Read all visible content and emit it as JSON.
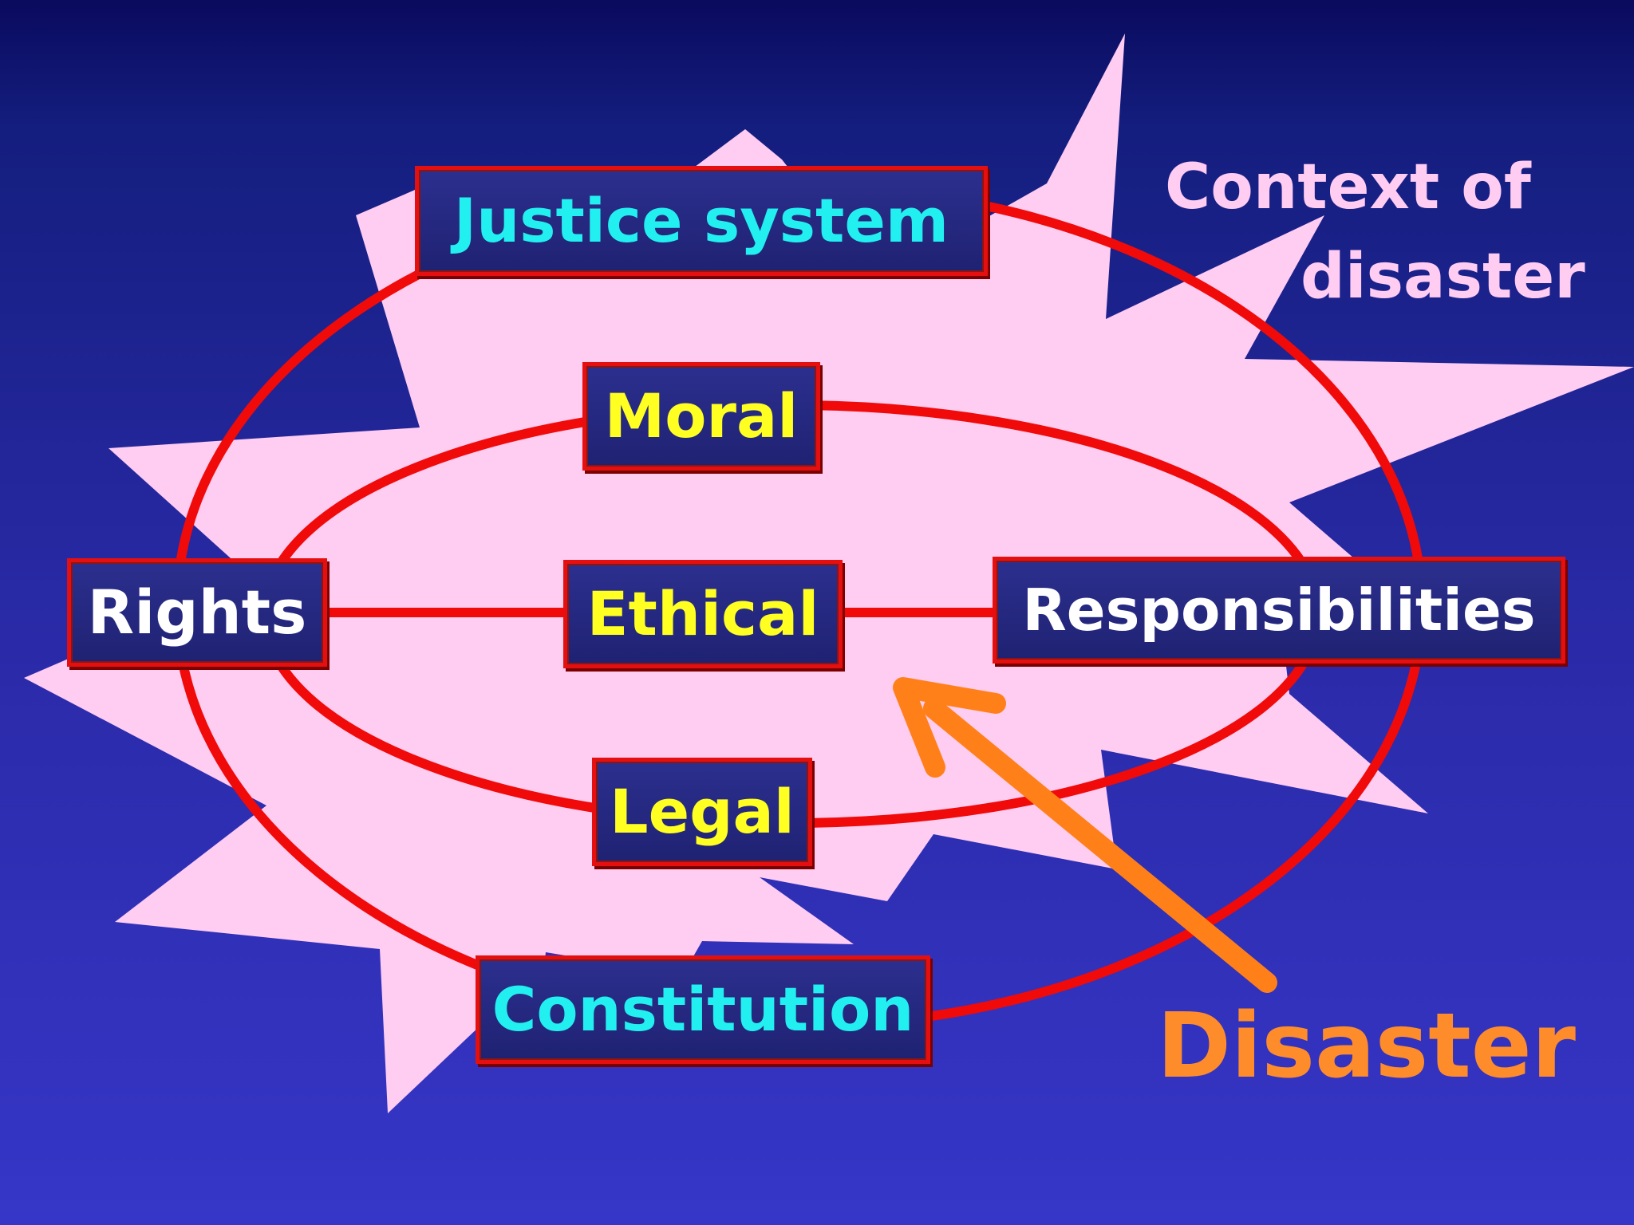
{
  "diagram": {
    "nodes": {
      "justice_system": "Justice system",
      "moral": "Moral",
      "rights": "Rights",
      "ethical": "Ethical",
      "responsibilities": "Responsibilities",
      "legal": "Legal",
      "constitution": "Constitution"
    },
    "context_label": {
      "line1": "Context of",
      "line2": "disaster"
    },
    "disaster_label": "Disaster"
  },
  "colors": {
    "background_top": "#0a0a5e",
    "background_bottom": "#3636c8",
    "burst": "#ffccf2",
    "ring": "#f00a0a",
    "box_fill": "#24287e",
    "box_border": "#e60f0f",
    "outer_labels": "#22f0f0",
    "inner_labels": "#ffff22",
    "side_labels": "#ffffff",
    "arrow": "#ff8018"
  }
}
